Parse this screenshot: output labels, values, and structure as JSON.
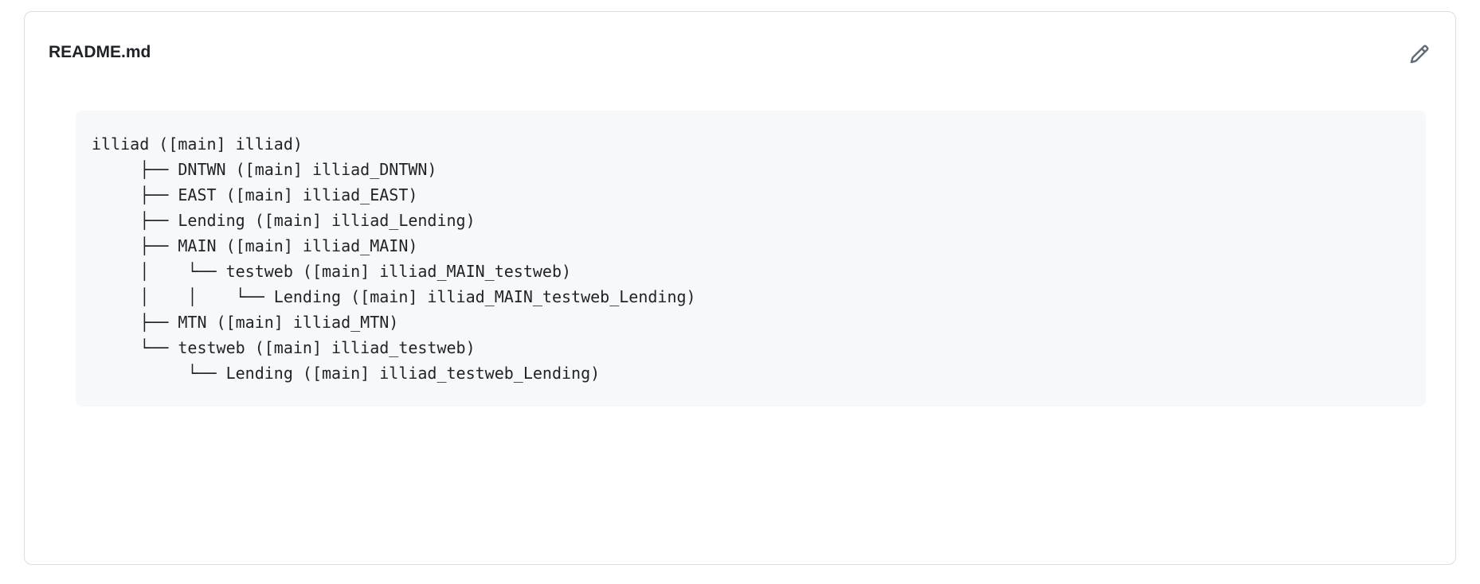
{
  "readme": {
    "title": "README.md",
    "edit_icon": "pencil-icon",
    "code_lines": [
      "illiad ([main] illiad)",
      "     ├── DNTWN ([main] illiad_DNTWN)",
      "     ├── EAST ([main] illiad_EAST)",
      "     ├── Lending ([main] illiad_Lending)",
      "     ├── MAIN ([main] illiad_MAIN)",
      "     │    └── testweb ([main] illiad_MAIN_testweb)",
      "     │    │    └── Lending ([main] illiad_MAIN_testweb_Lending)",
      "     ├── MTN ([main] illiad_MTN)",
      "     └── testweb ([main] illiad_testweb)",
      "          └── Lending ([main] illiad_testweb_Lending)"
    ]
  },
  "colors": {
    "card_border": "#d8dee4",
    "code_background": "#f6f8fa",
    "text": "#1f2328",
    "icon": "#636c76"
  }
}
